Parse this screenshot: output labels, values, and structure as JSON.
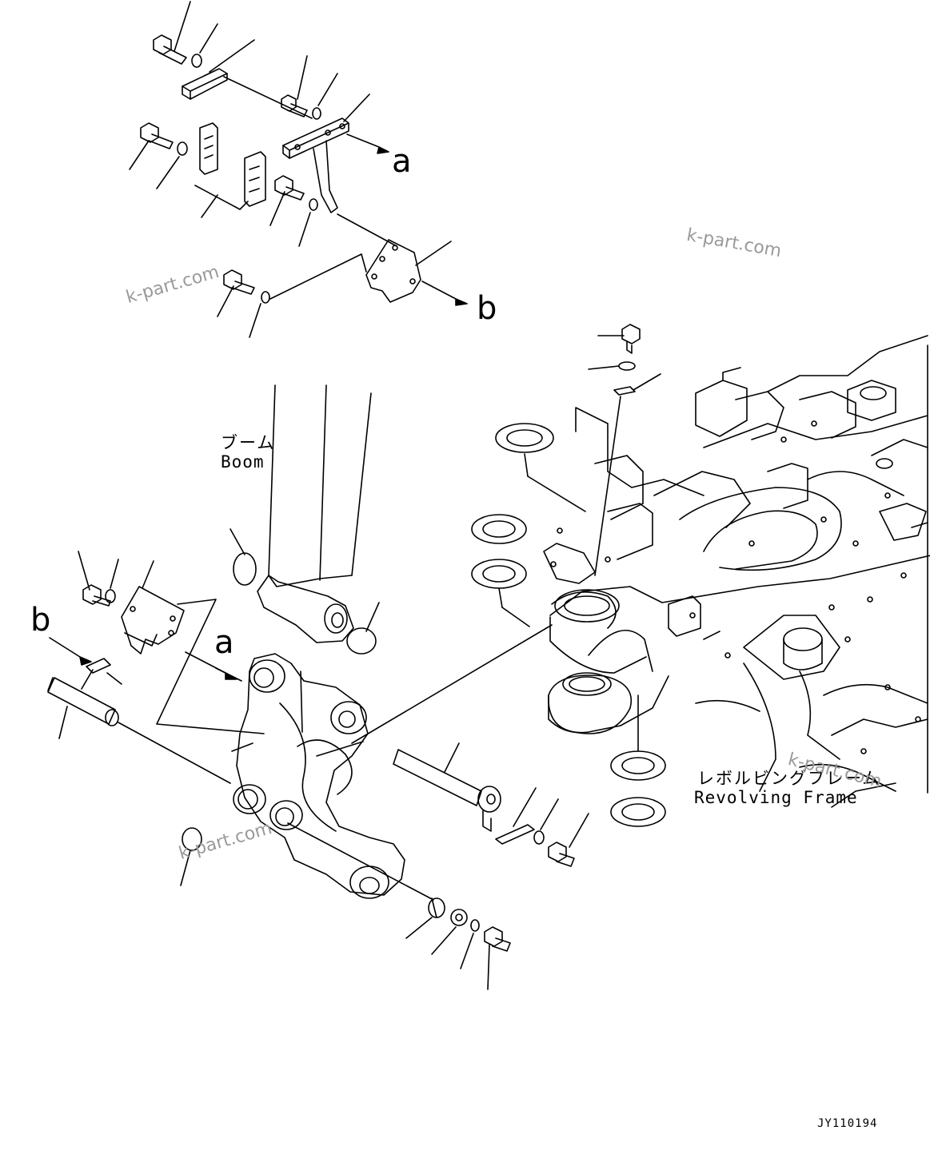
{
  "labels": {
    "callout_a": "a",
    "callout_b": "b",
    "boom_jp": "ブーム",
    "boom_en": "Boom",
    "frame_jp": "レボルビングフレーム",
    "frame_en": "Revolving Frame",
    "drawing_code": "JY110194"
  },
  "watermarks": [
    "k-part.com",
    "k-part.com",
    "k-part.com",
    "k-part.com"
  ],
  "colors": {
    "line": "#000000",
    "watermark": "#9a9a9a"
  }
}
